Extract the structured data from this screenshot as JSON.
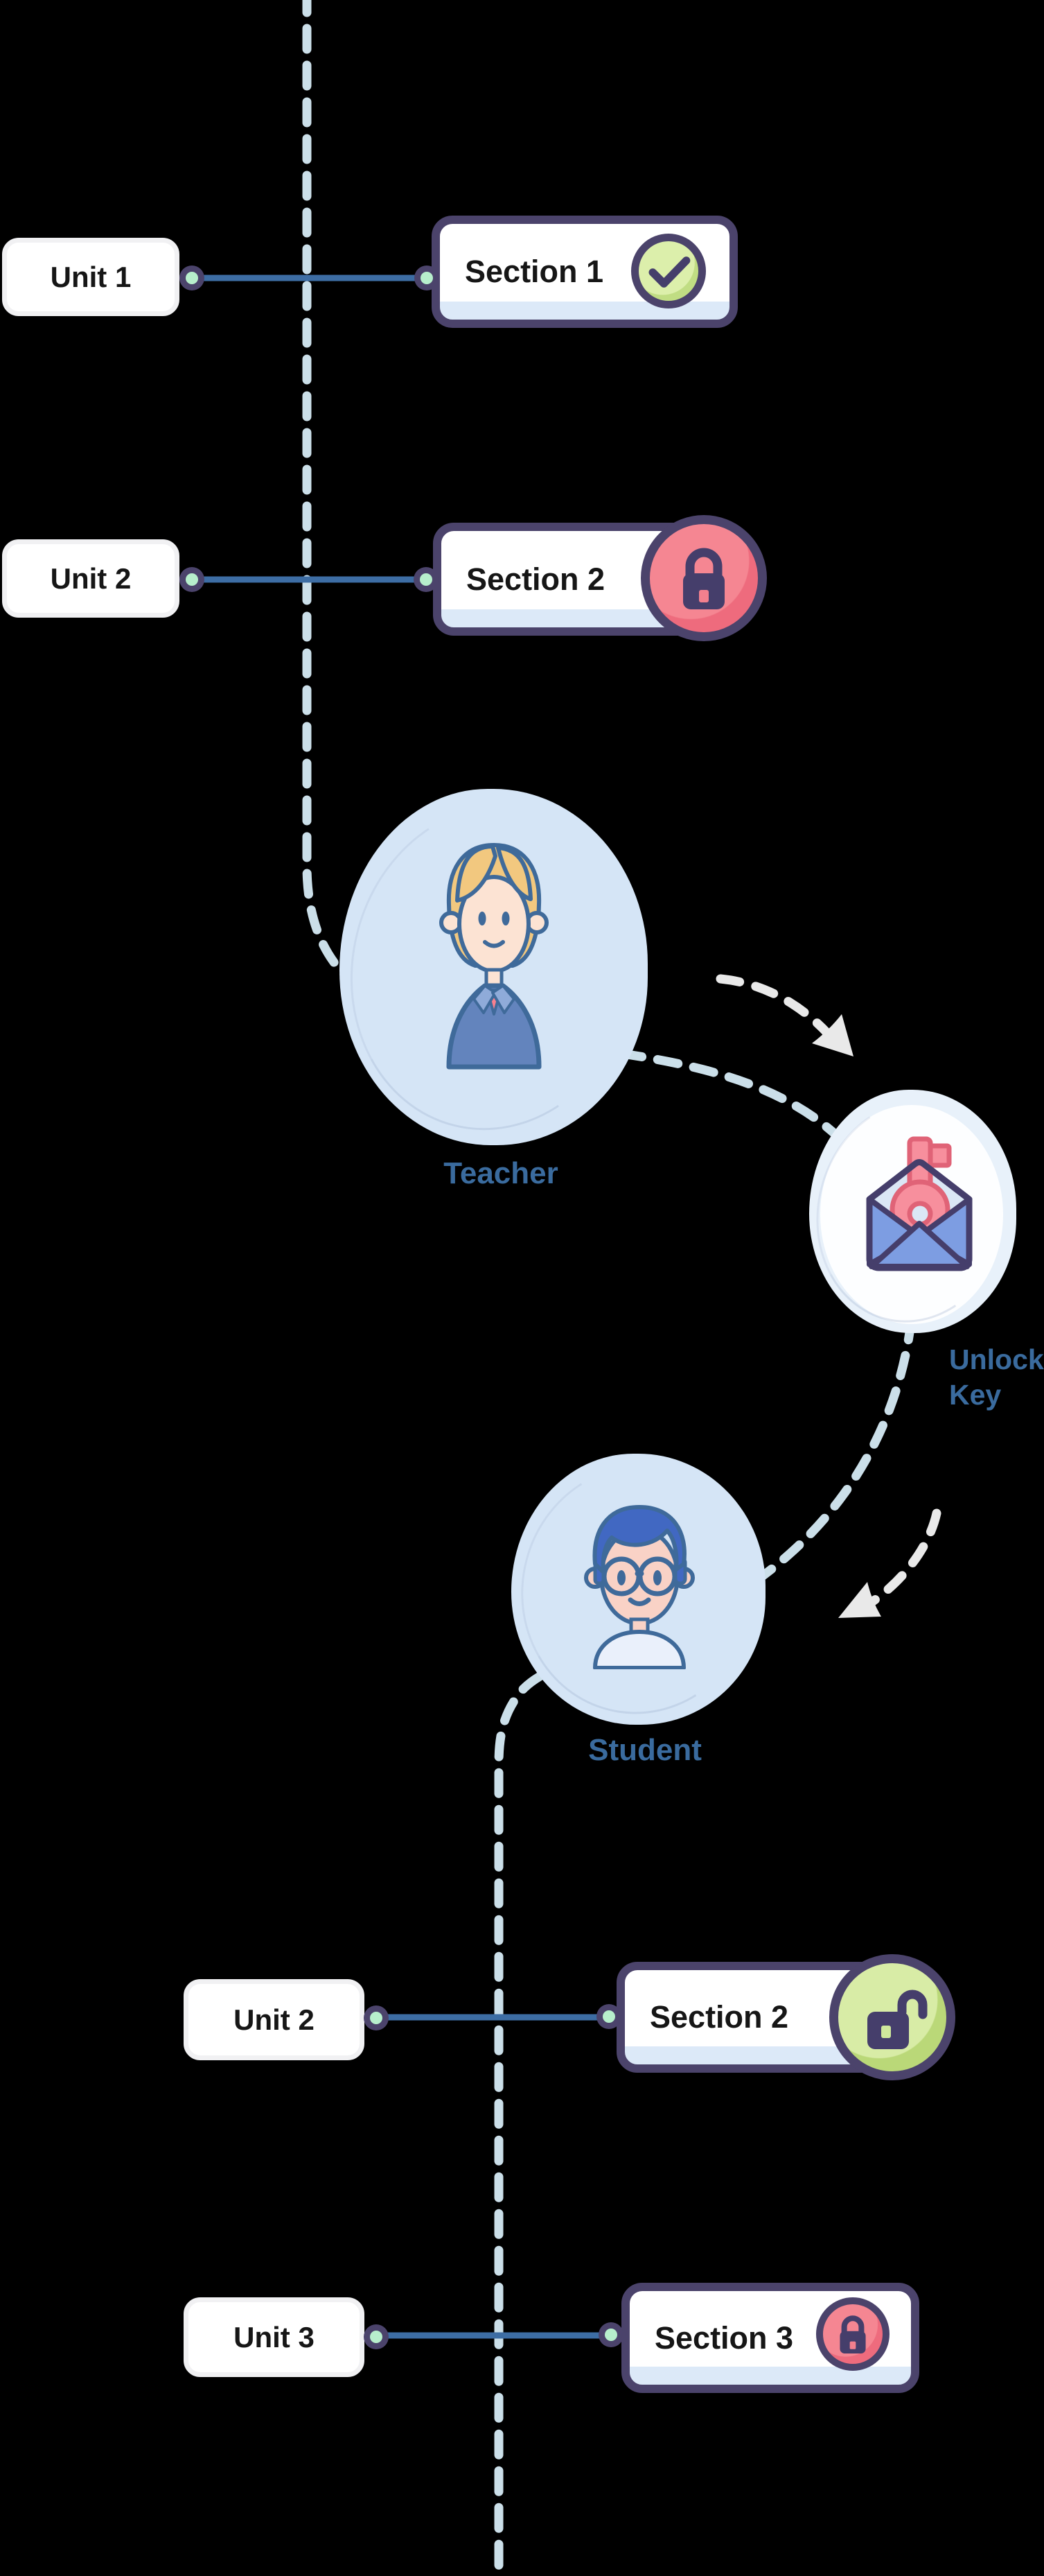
{
  "diagram": {
    "rows": [
      {
        "unit": "Unit 1",
        "section": "Section 1",
        "status": "complete",
        "icon": "check-circle"
      },
      {
        "unit": "Unit 2",
        "section": "Section 2",
        "status": "locked",
        "icon": "lock"
      },
      {
        "unit": "Unit 2",
        "section": "Section 2",
        "status": "unlocked",
        "icon": "lock-open"
      },
      {
        "unit": "Unit 3",
        "section": "Section 3",
        "status": "locked",
        "icon": "lock"
      }
    ],
    "actors": {
      "teacher": "Teacher",
      "unlock_key": "Unlock Key",
      "student": "Student"
    },
    "colors": {
      "outline_purple": "#4b436b",
      "mint_dot": "#b7efcc",
      "connector_blue": "#3d6da4",
      "dash_blue": "#cbdfe9",
      "arrow_white": "#e9e9e9",
      "locked_pink": "#f3808e",
      "unlocked_green": "#cfe89c",
      "complete_green": "#d9eda6",
      "label_blue": "#3a6b9e",
      "strip_blue": "#dce9f8",
      "blob_blue": "#d5e5f6"
    }
  }
}
